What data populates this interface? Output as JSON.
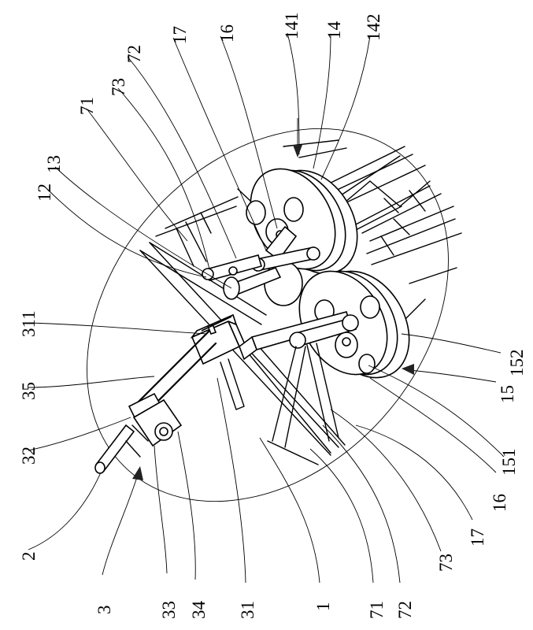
{
  "figure": {
    "labels": {
      "n2": "2",
      "n32": "32",
      "n35": "35",
      "n311": "311",
      "n12": "12",
      "n13": "13",
      "n71_top": "71",
      "n73_top": "73",
      "n72_top": "72",
      "n17_top": "17",
      "n16_top": "16",
      "n141": "141",
      "n14": "14",
      "n142": "142",
      "n3": "3",
      "n33": "33",
      "n34": "34",
      "n31": "31",
      "n1": "1",
      "n71_bot": "71",
      "n72_bot": "72",
      "n73_bot": "73",
      "n17_bot": "17",
      "n16_bot": "16",
      "n151": "151",
      "n15": "15",
      "n152": "152"
    }
  }
}
